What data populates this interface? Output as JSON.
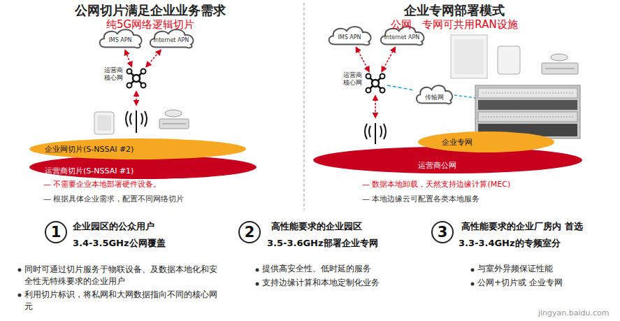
{
  "diagram": {
    "nodes": [
      {
        "text": [
          "IMS APN"
        ]
      },
      {
        "text": [
          "Internet APN"
        ]
      },
      {
        "text": [
          "运营商核心网"
        ]
      },
      {
        "text": [
          "企业网切片(S-NSSAI #2)"
        ]
      },
      {
        "text": [
          "运营商切片(S-NSSAI #1)"
        ]
      },
      {
        "text": [
          "IMS APN"
        ]
      },
      {
        "text": [
          "Internet APN"
        ]
      },
      {
        "text": [
          "运营商核心网"
        ]
      },
      {
        "text": [
          "传输网"
        ]
      },
      {
        "text": [
          "企业专网"
        ]
      },
      {
        "text": [
          "运营商公网"
        ]
      },
      {
        "text": [
          "1"
        ]
      },
      {
        "text": [
          "2"
        ]
      },
      {
        "text": [
          "3"
        ]
      }
    ],
    "edges": [
      {
        "from": 2,
        "to": 0,
        "arrow": "both"
      },
      {
        "from": 2,
        "to": 1,
        "arrow": "both"
      },
      {
        "from": 7,
        "to": 5,
        "arrow": "both"
      },
      {
        "from": 7,
        "to": 6,
        "arrow": "both"
      },
      {
        "from": 7,
        "to": 8,
        "arrow": "none"
      }
    ],
    "labels": [
      "公网切片满足企业业务需求",
      "纯5G网络逻辑切片",
      "企业专网部署模式",
      "公网、专网可共用RAN设施",
      "— 不需要企业本地部署硬件设备。",
      "— 根据具体企业需求，配置不同网络切片",
      "— 数据本地卸载，天然支持边缘计算(MEC)",
      "— 本地边缘云可配置各类本地服务",
      "企业园区的公众用户",
      "3.4-3.5GHz公网覆盖",
      "高性能要求的企业园区",
      "3.5-3.6GHz部署企业专网",
      "高性能要求的企业厂房内 首选",
      "3.3-3.4GHz的专频室分",
      "同时可通过切片服务于物联设备、及数据本地化和安全性无特殊要求的企业用户",
      "利用切片标识，将私网和大网数据指向不同的核心网元",
      "提供高安全性、低时延的服务",
      "支持边缘计算和本地定制化业务",
      "与室外异频保证性能",
      "公网+切片或 企业专网",
      "jingyan.baidu.com"
    ]
  }
}
